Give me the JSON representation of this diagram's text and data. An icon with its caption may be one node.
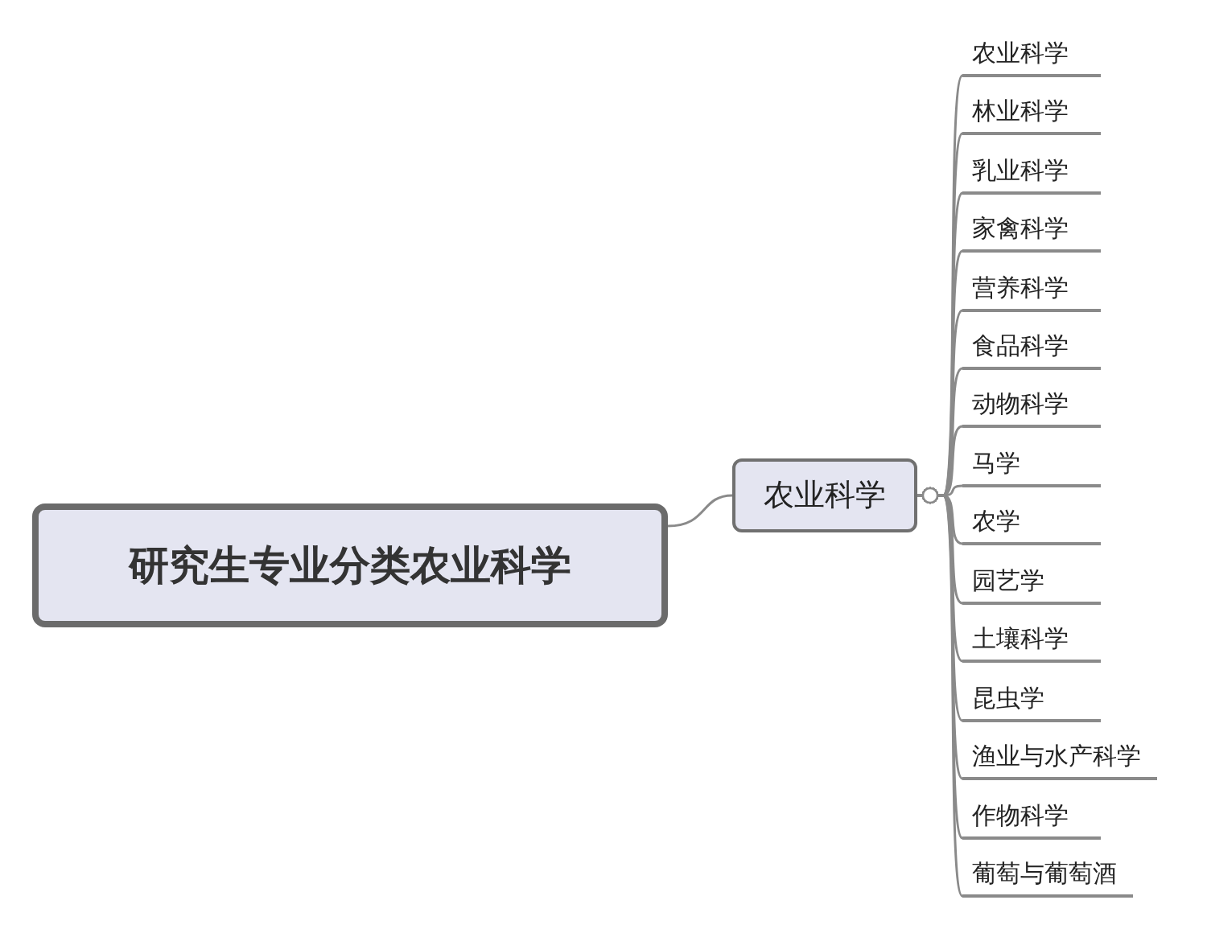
{
  "diagram": {
    "nodes": [
      {
        "text": [
          "研究生专业分类农业科学"
        ]
      },
      {
        "text": [
          "农业科学"
        ]
      },
      {
        "text": [
          "农业科学"
        ]
      },
      {
        "text": [
          "林业科学"
        ]
      },
      {
        "text": [
          "乳业科学"
        ]
      },
      {
        "text": [
          "家禽科学"
        ]
      },
      {
        "text": [
          "营养科学"
        ]
      },
      {
        "text": [
          "食品科学"
        ]
      },
      {
        "text": [
          "动物科学"
        ]
      },
      {
        "text": [
          "马学"
        ]
      },
      {
        "text": [
          "农学"
        ]
      },
      {
        "text": [
          "园艺学"
        ]
      },
      {
        "text": [
          "土壤科学"
        ]
      },
      {
        "text": [
          "昆虫学"
        ]
      },
      {
        "text": [
          "渔业与水产科学"
        ]
      },
      {
        "text": [
          "作物科学"
        ]
      },
      {
        "text": [
          "葡萄与葡萄酒"
        ]
      }
    ],
    "edges": [
      {
        "from": 0,
        "to": 1,
        "arrow": "none"
      },
      {
        "from": 1,
        "to": 2,
        "arrow": "other"
      },
      {
        "from": 1,
        "to": 3,
        "arrow": "other"
      },
      {
        "from": 1,
        "to": 4,
        "arrow": "other"
      },
      {
        "from": 1,
        "to": 5,
        "arrow": "other"
      },
      {
        "from": 1,
        "to": 6,
        "arrow": "other"
      },
      {
        "from": 1,
        "to": 7,
        "arrow": "other"
      },
      {
        "from": 1,
        "to": 8,
        "arrow": "other"
      },
      {
        "from": 1,
        "to": 9,
        "arrow": "other"
      },
      {
        "from": 1,
        "to": 10,
        "arrow": "other"
      },
      {
        "from": 1,
        "to": 11,
        "arrow": "other"
      },
      {
        "from": 1,
        "to": 12,
        "arrow": "other"
      },
      {
        "from": 1,
        "to": 13,
        "arrow": "other"
      },
      {
        "from": 1,
        "to": 14,
        "arrow": "other"
      },
      {
        "from": 1,
        "to": 15,
        "arrow": "other"
      },
      {
        "from": 1,
        "to": 16,
        "arrow": "other"
      }
    ]
  }
}
